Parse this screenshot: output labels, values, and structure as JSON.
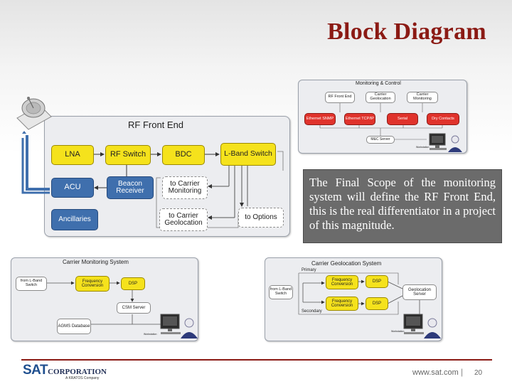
{
  "slide": {
    "title": "Block Diagram",
    "callout": "The Final Scope of the monitoring system will define the RF Front End, this is the real differentiator in a project of this magnitude."
  },
  "rf_front_end": {
    "title": "RF Front End",
    "lna": "LNA",
    "rf_switch": "RF Switch",
    "bdc": "BDC",
    "lband_switch": "L-Band Switch",
    "acu": "ACU",
    "beacon_receiver": "Beacon Receiver",
    "to_carrier_monitoring": "to Carrier Monitoring",
    "ancillaries": "Ancillaries",
    "to_carrier_geolocation": "to Carrier Geolocation",
    "to_options": "to Options"
  },
  "monitoring_control": {
    "title": "Monitoring & Control",
    "top_blocks": [
      "RF Front End",
      "Carrier Geolocation",
      "Carrier Monitoring"
    ],
    "bottom_blocks": [
      "Ethernet SNMP",
      "Ethernet TCP/IP",
      "Serial",
      "Dry Contacts"
    ],
    "server": "M&C Server",
    "workstation": "Workstation"
  },
  "carrier_monitoring": {
    "title": "Carrier Monitoring System",
    "input": "from L-Band Switch",
    "freq_conv": "Frequency Conversion",
    "dsp": "DSP",
    "csm_server": "CSM Server",
    "database": "AGMS Database",
    "workstation": "Workstation"
  },
  "carrier_geolocation": {
    "title": "Carrier Geolocation System",
    "primary": "Primary",
    "secondary": "Secondary",
    "input": "from L-Band Switch",
    "freq_conv_1": "Frequency Conversion",
    "freq_conv_2": "Frequency Conversion",
    "dsp_1": "DSP",
    "dsp_2": "DSP",
    "geo_server": "Geolocation Server",
    "workstation": "Workstation"
  },
  "footer": {
    "logo_sat": "SAT",
    "logo_corp": "CORPORATION",
    "logo_sub": "A KRATOS Company",
    "url": "www.sat.com",
    "separator": "|",
    "page": "20"
  },
  "colors": {
    "title": "#8b1a14",
    "block_yellow": "#f5e21c",
    "block_blue": "#3f6fad",
    "block_red": "#e0332c",
    "logo_blue": "#1f4f8f"
  },
  "icons": [
    "satellite-dish-icon",
    "workstation-user-icon",
    "server-icon"
  ]
}
